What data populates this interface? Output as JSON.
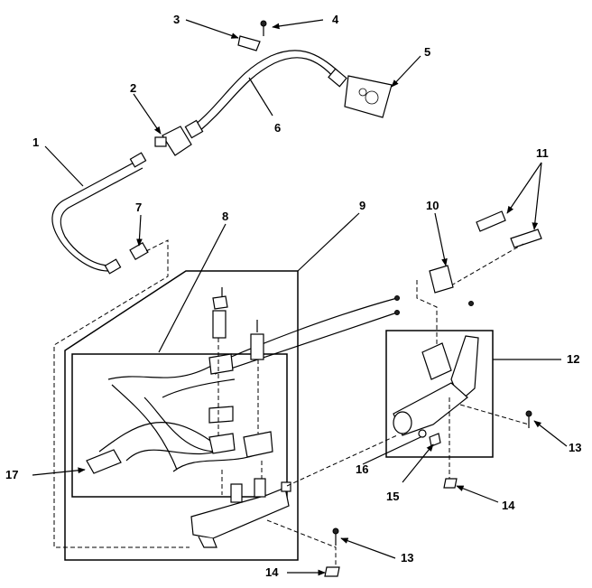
{
  "callouts": [
    "1",
    "2",
    "3",
    "4",
    "5",
    "6",
    "7",
    "8",
    "9",
    "10",
    "11",
    "12",
    "13",
    "13",
    "14",
    "14",
    "15",
    "16",
    "17"
  ]
}
